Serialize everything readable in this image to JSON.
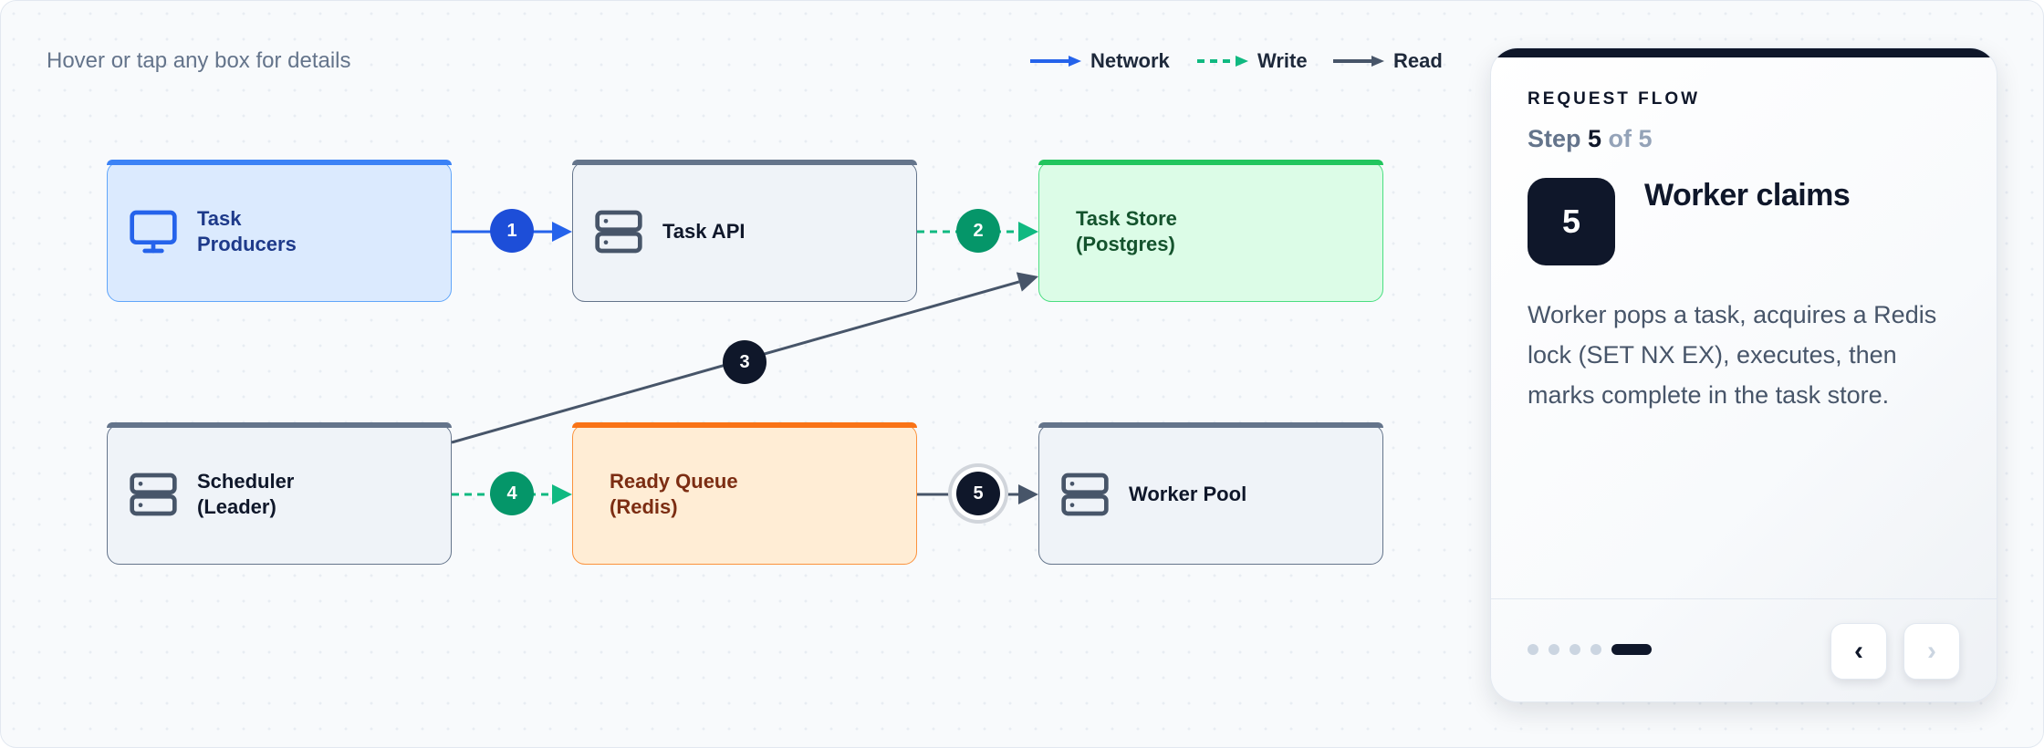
{
  "hint": "Hover or tap any box for details",
  "legend": {
    "network": {
      "label": "Network",
      "color": "#2563eb",
      "style": "solid"
    },
    "write": {
      "label": "Write",
      "color": "#10b981",
      "style": "dashed"
    },
    "read": {
      "label": "Read",
      "color": "#475569",
      "style": "solid"
    }
  },
  "nodes": {
    "producers": {
      "label": "Task\nProducers",
      "icon": "monitor-icon"
    },
    "api": {
      "label": "Task API",
      "icon": "server-icon"
    },
    "store": {
      "label": "Task Store\n(Postgres)"
    },
    "scheduler": {
      "label": "Scheduler\n(Leader)",
      "icon": "server-icon"
    },
    "queue": {
      "label": "Ready Queue\n(Redis)"
    },
    "workers": {
      "label": "Worker Pool",
      "icon": "server-icon"
    }
  },
  "steps": [
    {
      "num": "1",
      "from": "producers",
      "to": "api",
      "type": "network"
    },
    {
      "num": "2",
      "from": "api",
      "to": "store",
      "type": "write"
    },
    {
      "num": "3",
      "from": "scheduler",
      "to": "store",
      "type": "read"
    },
    {
      "num": "4",
      "from": "scheduler",
      "to": "queue",
      "type": "write"
    },
    {
      "num": "5",
      "from": "queue",
      "to": "workers",
      "type": "read",
      "active": true
    }
  ],
  "card": {
    "eyebrow": "REQUEST FLOW",
    "step_prefix": "Step ",
    "step_current": "5",
    "step_suffix": " of 5",
    "number": "5",
    "title": "Worker claims",
    "description": "Worker pops a task, acquires a Redis lock (SET NX EX), executes, then marks complete in the task store.",
    "total_steps": 5,
    "active_step": 5,
    "prev_label": "‹",
    "next_label": "›"
  }
}
